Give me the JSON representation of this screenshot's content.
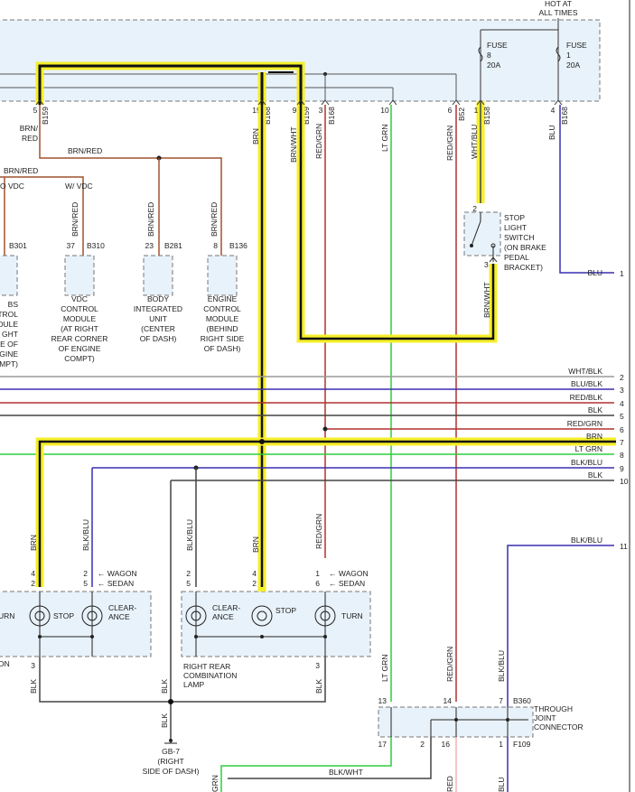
{
  "header": {
    "hot_label_1": "HOT AT",
    "hot_label_2": "ALL TIMES"
  },
  "fuses": [
    {
      "name": "FUSE",
      "num": "8",
      "rating": "20A"
    },
    {
      "name": "FUSE",
      "num": "1",
      "rating": "20A"
    }
  ],
  "top_connector_pins": [
    {
      "pin": "5",
      "conn": "B159"
    },
    {
      "pin": "15",
      "conn": "B168"
    },
    {
      "pin": "9",
      "conn": "B159"
    },
    {
      "pin": "3",
      "conn": "B168"
    },
    {
      "pin": "10",
      "conn": ""
    },
    {
      "pin": "6",
      "conn": "B52"
    },
    {
      "pin": "1",
      "conn": "B158"
    },
    {
      "pin": "4",
      "conn": "B168"
    }
  ],
  "wire_colors": {
    "brn_red": "BRN/RED",
    "brn_red_split_1": "BRN/",
    "brn_red_split_2": "RED",
    "brn": "BRN",
    "brn_wht": "BRN/WHT",
    "red_grn": "RED/GRN",
    "lt_grn": "LT GRN",
    "wht_blu": "WHT/BLU",
    "blu": "BLU",
    "blk_blu": "BLK/BLU",
    "blk": "BLK",
    "blk_wht": "BLK/WHT"
  },
  "vdc_labels": {
    "without": "O VDC",
    "with": "W/ VDC"
  },
  "modules": [
    {
      "pin": "",
      "conn": "B301",
      "lines": [
        "BS",
        "NTROL",
        "DULE",
        "GHT",
        "DE OF",
        "NGINE",
        "MPT)"
      ]
    },
    {
      "pin": "37",
      "conn": "B310",
      "lines": [
        "VDC",
        "CONTROL",
        "MODULE",
        "(AT RIGHT",
        "REAR CORNER",
        "OF ENGINE",
        "COMPT)"
      ]
    },
    {
      "pin": "23",
      "conn": "B281",
      "lines": [
        "BODY",
        "INTEGRATED",
        "UNIT",
        "(CENTER",
        "OF DASH)"
      ]
    },
    {
      "pin": "8",
      "conn": "B136",
      "lines": [
        "ENGINE",
        "CONTROL",
        "MODULE",
        "(BEHIND",
        "RIGHT SIDE",
        "OF DASH)"
      ]
    }
  ],
  "stop_switch": {
    "pin_in": "2",
    "pin_out": "3",
    "lines": [
      "STOP",
      "LIGHT",
      "SWITCH",
      "(ON BRAKE",
      "PEDAL",
      "BRACKET)"
    ]
  },
  "right_wires": [
    {
      "num": "1",
      "label": "BLU"
    },
    {
      "num": "2",
      "label": "WHT/BLK"
    },
    {
      "num": "3",
      "label": "BLU/BLK"
    },
    {
      "num": "4",
      "label": "RED/BLK"
    },
    {
      "num": "5",
      "label": "BLK"
    },
    {
      "num": "6",
      "label": "RED/GRN"
    },
    {
      "num": "7",
      "label": "BRN"
    },
    {
      "num": "8",
      "label": "LT GRN"
    },
    {
      "num": "9",
      "label": "BLK/BLU"
    },
    {
      "num": "10",
      "label": "BLK"
    },
    {
      "num": "11",
      "label": "BLK/BLU"
    }
  ],
  "variants": {
    "wagon": "WAGON",
    "sedan": "SEDAN"
  },
  "left_lamp": {
    "stop": "STOP",
    "clearance_1": "CLEAR-",
    "clearance_2": "ANCE",
    "turn_partial": "URN",
    "partial_label": "ON",
    "pins": {
      "stop_wagon": "4",
      "stop_sedan": "2",
      "clear_wagon": "2",
      "clear_sedan": "5",
      "ground": "3"
    }
  },
  "right_lamp": {
    "clearance_1": "CLEAR-",
    "clearance_2": "ANCE",
    "stop": "STOP",
    "turn": "TURN",
    "lines": [
      "RIGHT REAR",
      "COMBINATION",
      "LAMP"
    ],
    "pins": {
      "clear_wagon": "2",
      "clear_sedan": "5",
      "stop_wagon": "4",
      "stop_sedan": "2",
      "turn_wagon": "1",
      "turn_sedan": "6",
      "ground": "3"
    }
  },
  "ground": {
    "id": "GB-7",
    "lines": [
      "(RIGHT",
      "SIDE OF DASH)"
    ]
  },
  "joint_connector": {
    "conn_top": "B360",
    "conn_bottom": "F109",
    "lines": [
      "THROUGH",
      "JOINT",
      "CONNECTOR"
    ],
    "pins_top": [
      "13",
      "14",
      "7"
    ],
    "pins_bottom": [
      "17",
      "2",
      "16",
      "1"
    ]
  },
  "bottom_partial": {
    "grn": "GRN",
    "red": "RED",
    "blu": "BLU"
  },
  "colors": {
    "highlight": "#f5ef2a",
    "brn": "#a0522d",
    "red_grn": "#b03030",
    "lt_grn": "#2fce3f",
    "blu": "#3a2fb0",
    "blk": "#444444",
    "wht_blk": "#9a9a9a",
    "box_fill": "#e8f2fa"
  }
}
